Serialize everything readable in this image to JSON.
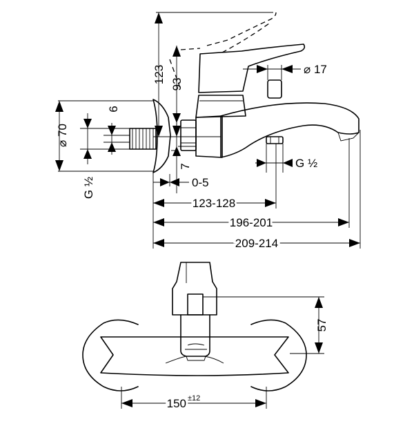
{
  "dimensions": {
    "height_lever": "123",
    "height_body": "93",
    "diameter_outlet": "⌀ 17",
    "diameter_flange": "⌀ 70",
    "gap_6": "6",
    "gap_7": "7",
    "thread_wall": "G ½",
    "thread_outlet": "G ½",
    "offset_range": "0-5",
    "length_short": "123-128",
    "length_mid": "196-201",
    "length_long": "209-214",
    "height_front": "57",
    "spacing_base": "150",
    "spacing_tol": "±12"
  }
}
